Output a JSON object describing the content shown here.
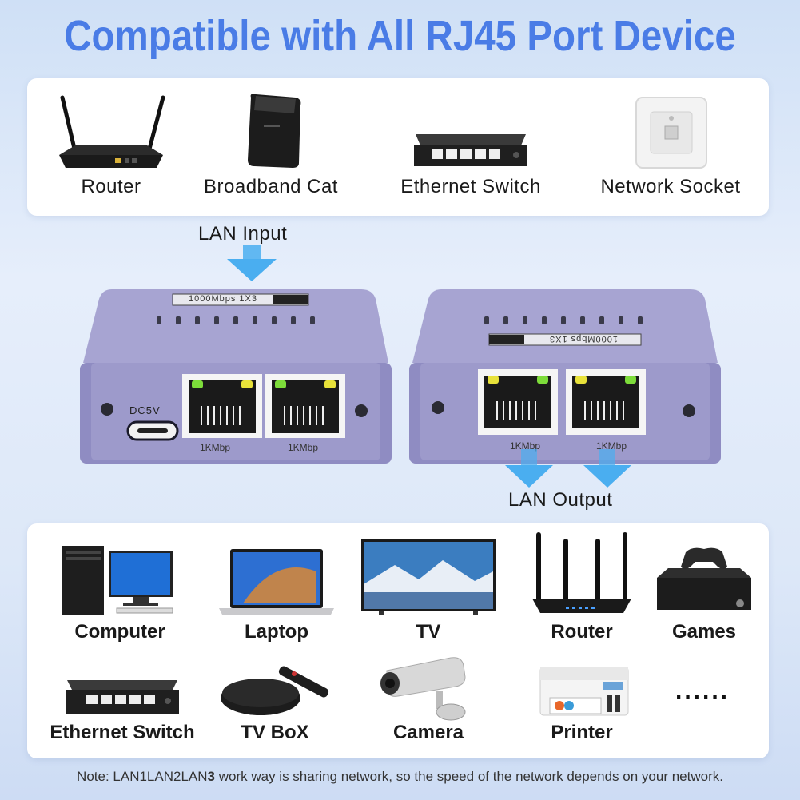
{
  "title": "Compatible with All RJ45 Port Device",
  "input_devices": [
    {
      "label": "Router",
      "icon": "router-icon"
    },
    {
      "label": "Broadband Cat",
      "icon": "broadband-cat-icon"
    },
    {
      "label": "Ethernet Switch",
      "icon": "ethernet-switch-icon"
    },
    {
      "label": "Network Socket",
      "icon": "network-socket-icon"
    }
  ],
  "lan_input_label": "LAN Input",
  "lan_output_label": "LAN Output",
  "device_left": {
    "top_label": "1000Mbps 1X3",
    "power_label": "DC5V",
    "port_labels": [
      "1KMbp",
      "1KMbp"
    ]
  },
  "device_right": {
    "top_label": "1000Mbps 1X3",
    "port_labels": [
      "1KMbp",
      "1KMbp"
    ]
  },
  "output_devices": [
    {
      "label": "Computer",
      "icon": "computer-icon"
    },
    {
      "label": "Laptop",
      "icon": "laptop-icon"
    },
    {
      "label": "TV",
      "icon": "tv-icon"
    },
    {
      "label": "Router",
      "icon": "router-icon"
    },
    {
      "label": "Games",
      "icon": "game-console-icon"
    },
    {
      "label": "Ethernet Switch",
      "icon": "ethernet-switch-icon"
    },
    {
      "label": "TV BoX",
      "icon": "tv-box-icon"
    },
    {
      "label": "Camera",
      "icon": "camera-icon"
    },
    {
      "label": "Printer",
      "icon": "printer-icon"
    },
    {
      "label": "......",
      "icon": "more-dots-icon"
    }
  ],
  "note": {
    "prefix": "Note: LAN1LAN2LAN",
    "bold": "3",
    "suffix": " work way is sharing network, so the speed of the network depends on your network."
  },
  "colors": {
    "title": "#4a7ce6",
    "device_body": "#8f8cc2",
    "arrow": "#4aaef0",
    "led_green": "#7ddc3a",
    "led_yellow": "#e8e23a"
  }
}
